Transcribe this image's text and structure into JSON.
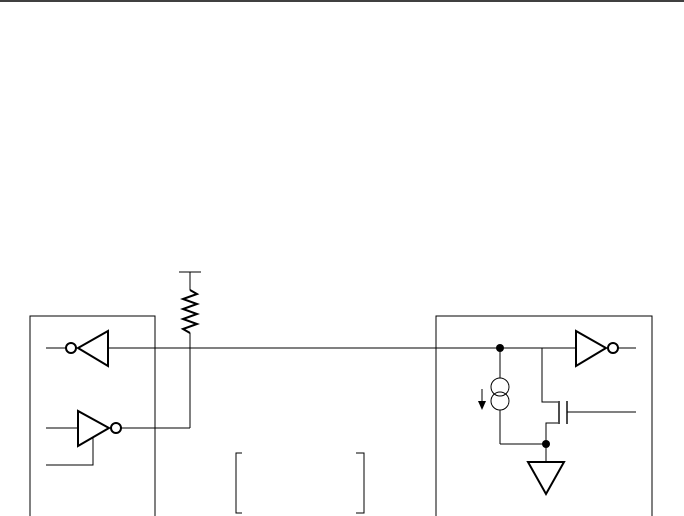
{
  "diagram": {
    "type": "circuit-schematic",
    "colors": {
      "line": "#000000",
      "background": "#ffffff"
    },
    "components": [
      "inverter-gate",
      "buffer-with-bubble-output",
      "pull-up-resistor",
      "current-source",
      "nmos-transistor",
      "ground-symbol",
      "junction-dot"
    ]
  }
}
